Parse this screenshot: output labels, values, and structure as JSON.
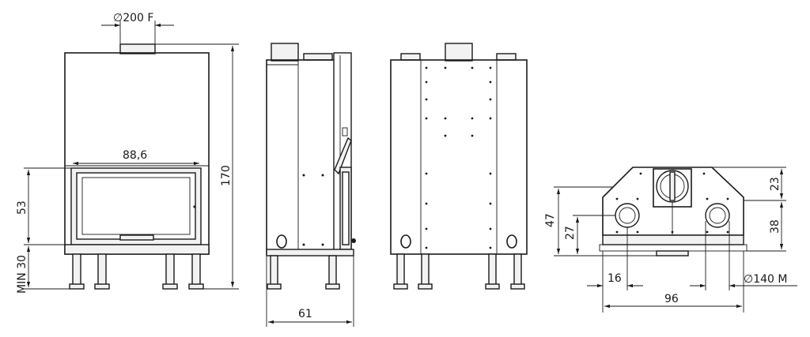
{
  "front_view": {
    "flue_diameter": "∅200 F",
    "door_width": "88,6",
    "door_height": "53",
    "total_height": "170",
    "min_leg_height": "MIN 30"
  },
  "side_view": {
    "depth": "61"
  },
  "top_view": {
    "outlet_height_left": "47",
    "outlet_center_height": "27",
    "outlet_offset": "16",
    "outlet_diameter": "∅140 M",
    "total_width": "96",
    "upper_height": "23",
    "lower_height": "38"
  }
}
